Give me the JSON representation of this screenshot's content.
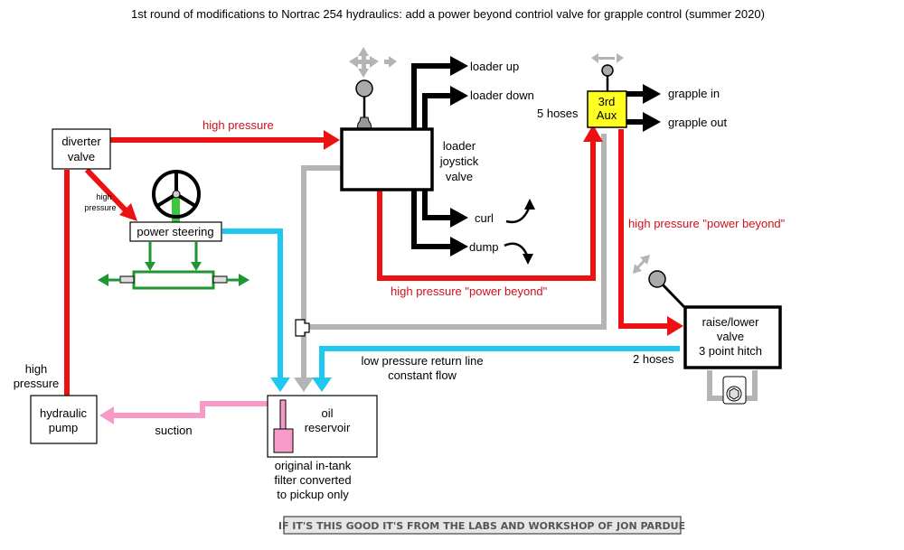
{
  "title": "1st round of modifications to Nortrac 254 hydraulics: add a power beyond contriol valve for grapple control (summer 2020)",
  "colors": {
    "high_pressure": "#ee1111",
    "return": "#b4b4b4",
    "low_pressure_return": "#1ec8f0",
    "suction": "#f79ac8",
    "steering": "#1e9632",
    "aux_valve": "#ffff22",
    "work_ports": "#000000",
    "label_red": "#d0101a"
  },
  "components": {
    "diverter_valve": [
      "diverter",
      "valve"
    ],
    "power_steering": "power steering",
    "loader_joystick_valve": [
      "loader",
      "joystick",
      "valve"
    ],
    "third_aux": [
      "3rd",
      "Aux"
    ],
    "raise_lower_valve": [
      "raise/lower",
      "valve",
      "3 point hitch"
    ],
    "hydraulic_pump": [
      "hydraulic",
      "pump"
    ],
    "oil_reservoir": [
      "oil",
      "reservoir"
    ]
  },
  "outputs": {
    "loader_up": "loader up",
    "loader_down": "loader down",
    "curl": "curl",
    "dump": "dump",
    "grapple_in": "grapple in",
    "grapple_out": "grapple out"
  },
  "labels": {
    "high_pressure_main": "high pressure",
    "high_pressure_small": [
      "high",
      "pressure"
    ],
    "high_pressure_pump": [
      "high",
      "pressure"
    ],
    "power_beyond_1": "high pressure \"power beyond\"",
    "power_beyond_2": "high pressure \"power beyond\"",
    "five_hoses": "5 hoses",
    "two_hoses": "2 hoses",
    "low_pressure_return": [
      "low pressure return line",
      "constant flow"
    ],
    "suction": "suction",
    "filter_note": [
      "original in-tank",
      "filter converted",
      "to pickup only"
    ]
  },
  "footer": "IF IT'S THIS GOOD IT'S FROM THE LABS AND WORKSHOP OF JON PARDUE"
}
